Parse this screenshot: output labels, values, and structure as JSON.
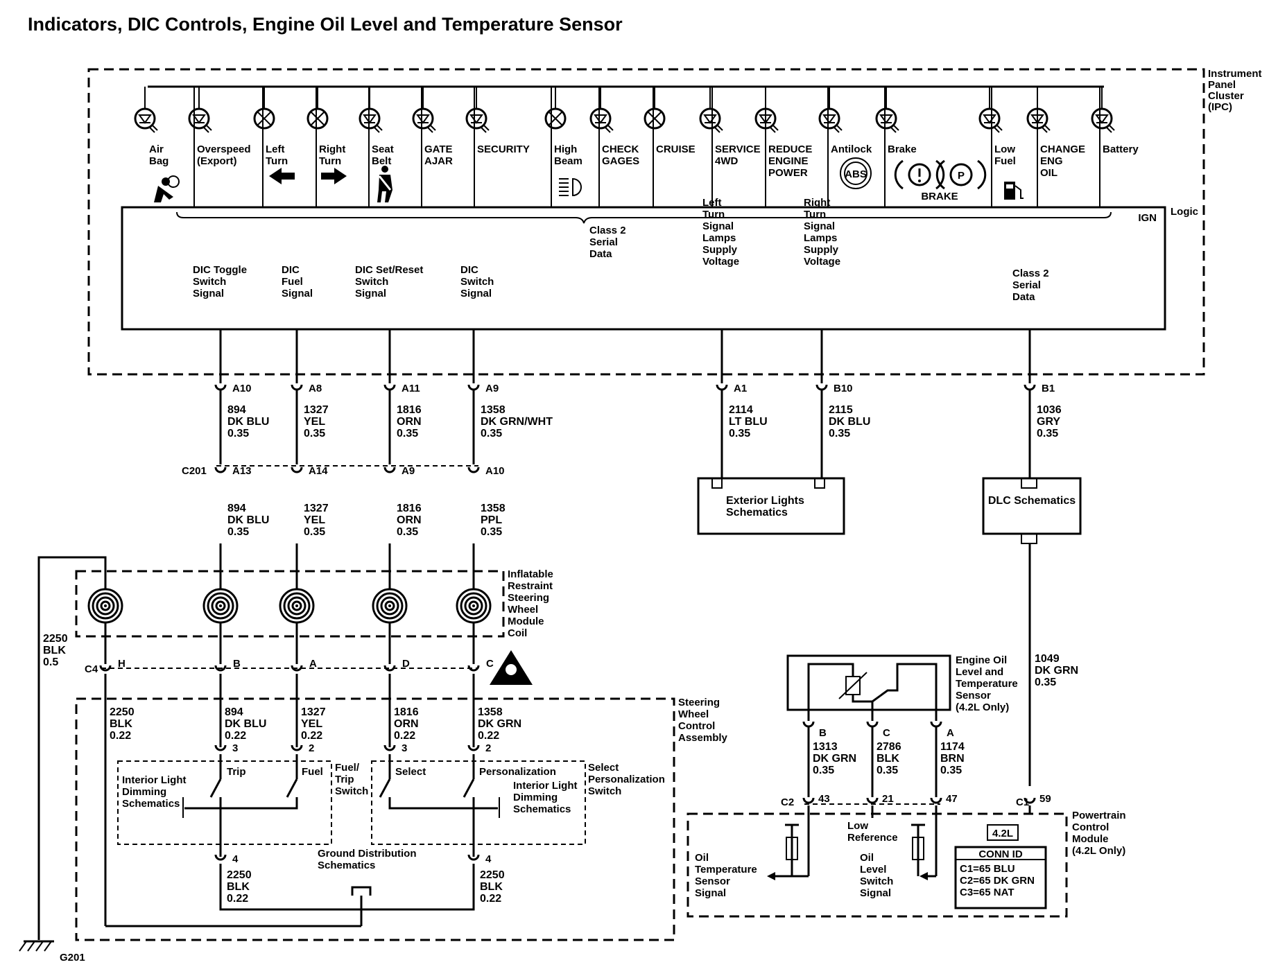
{
  "title": "Indicators, DIC Controls, Engine Oil Level and  Temperature Sensor",
  "ipc": {
    "label": [
      "Instrument",
      "Panel",
      "Cluster",
      "(IPC)"
    ],
    "logic": "Logic",
    "ign": "IGN",
    "indicators": [
      {
        "id": "air-bag",
        "label": [
          "Air",
          "Bag"
        ],
        "type": "led",
        "icon": "airbag-icon"
      },
      {
        "id": "overspeed",
        "label": [
          "Overspeed",
          "(Export)"
        ],
        "type": "led"
      },
      {
        "id": "left-turn",
        "label": [
          "Left",
          "Turn"
        ],
        "type": "bulb",
        "icon": "left-arrow-icon"
      },
      {
        "id": "right-turn",
        "label": [
          "Right",
          "Turn"
        ],
        "type": "bulb",
        "icon": "right-arrow-icon"
      },
      {
        "id": "seat-belt",
        "label": [
          "Seat",
          "Belt"
        ],
        "type": "led",
        "icon": "seatbelt-icon"
      },
      {
        "id": "gate-ajar",
        "label": [
          "GATE",
          "AJAR"
        ],
        "type": "led"
      },
      {
        "id": "security",
        "label": [
          "SECURITY"
        ],
        "type": "led"
      },
      {
        "id": "high-beam",
        "label": [
          "High",
          "Beam"
        ],
        "type": "bulb",
        "icon": "high-beam-icon"
      },
      {
        "id": "check-gages",
        "label": [
          "CHECK",
          "GAGES"
        ],
        "type": "led"
      },
      {
        "id": "cruise",
        "label": [
          "CRUISE"
        ],
        "type": "bulb"
      },
      {
        "id": "service-4wd",
        "label": [
          "SERVICE",
          "4WD"
        ],
        "type": "led"
      },
      {
        "id": "reduce-engine-power",
        "label": [
          "REDUCE",
          "ENGINE",
          "POWER"
        ],
        "type": "led"
      },
      {
        "id": "antilock",
        "label": [
          "Antilock"
        ],
        "type": "led",
        "icon": "abs-icon",
        "icon_text": "ABS"
      },
      {
        "id": "brake",
        "label": [
          "Brake"
        ],
        "type": "led",
        "icon": "brake-icon",
        "icon_text": "BRAKE"
      },
      {
        "id": "low-fuel",
        "label": [
          "Low",
          "Fuel"
        ],
        "type": "led",
        "icon": "fuel-pump-icon"
      },
      {
        "id": "change-eng-oil",
        "label": [
          "CHANGE",
          "ENG",
          "OIL"
        ],
        "type": "led"
      },
      {
        "id": "battery",
        "label": [
          "Battery"
        ],
        "type": "led"
      }
    ],
    "class2_top": [
      "Class 2",
      "Serial",
      "Data"
    ],
    "signals": [
      {
        "id": "dic-toggle",
        "label": [
          "DIC Toggle",
          "Switch",
          "Signal"
        ]
      },
      {
        "id": "dic-fuel",
        "label": [
          "DIC",
          "Fuel",
          "Signal"
        ]
      },
      {
        "id": "dic-set-reset",
        "label": [
          "DIC Set/Reset",
          "Switch",
          "Signal"
        ]
      },
      {
        "id": "dic-switch",
        "label": [
          "DIC",
          "Switch",
          "Signal"
        ]
      },
      {
        "id": "left-turn-supply",
        "label": [
          "Left",
          "Turn",
          "Signal",
          "Lamps",
          "Supply",
          "Voltage"
        ]
      },
      {
        "id": "right-turn-supply",
        "label": [
          "Right",
          "Turn",
          "Signal",
          "Lamps",
          "Supply",
          "Voltage"
        ]
      },
      {
        "id": "class2-data",
        "label": [
          "Class 2",
          "Serial",
          "Data"
        ]
      }
    ]
  },
  "ipc_pins": [
    "A10",
    "A8",
    "A11",
    "A9",
    "A1",
    "B10",
    "B1"
  ],
  "wires_upper": [
    [
      "894",
      "DK BLU",
      "0.35"
    ],
    [
      "1327",
      "YEL",
      "0.35"
    ],
    [
      "1816",
      "ORN",
      "0.35"
    ],
    [
      "1358",
      "DK GRN/WHT",
      "0.35"
    ],
    [
      "2114",
      "LT BLU",
      "0.35"
    ],
    [
      "2115",
      "DK BLU",
      "0.35"
    ],
    [
      "1036",
      "GRY",
      "0.35"
    ]
  ],
  "c201": {
    "name": "C201",
    "pins": [
      "A13",
      "A14",
      "A9",
      "A10"
    ]
  },
  "wires_c201": [
    [
      "894",
      "DK BLU",
      "0.35"
    ],
    [
      "1327",
      "YEL",
      "0.35"
    ],
    [
      "1816",
      "ORN",
      "0.35"
    ],
    [
      "1358",
      "PPL",
      "0.35"
    ]
  ],
  "exterior_lights": [
    "Exterior Lights",
    "Schematics"
  ],
  "dlc": "DLC Schematics",
  "coil_label": [
    "Inflatable",
    "Restraint",
    "Steering",
    "Wheel",
    "Module",
    "Coil"
  ],
  "wire_ground_left": [
    "2250",
    "BLK",
    "0.5"
  ],
  "c4": {
    "name": "C4",
    "pins": [
      "H",
      "B",
      "A",
      "D",
      "C"
    ]
  },
  "wires_c4": [
    [
      "2250",
      "BLK",
      "0.22"
    ],
    [
      "894",
      "DK BLU",
      "0.22"
    ],
    [
      "1327",
      "YEL",
      "0.22"
    ],
    [
      "1816",
      "ORN",
      "0.22"
    ],
    [
      "1358",
      "DK GRN",
      "0.22"
    ]
  ],
  "swca_label": [
    "Steering",
    "Wheel",
    "Control",
    "Assembly"
  ],
  "swca_pins_top": [
    "3",
    "2",
    "3",
    "2"
  ],
  "swca_pins_bottom": [
    "4",
    "4"
  ],
  "switch_labels": {
    "trip": "Trip",
    "fuel": "Fuel",
    "fuel_trip": [
      "Fuel/",
      "Trip",
      "Switch"
    ],
    "select": "Select",
    "personalization": "Personalization",
    "select_pers": [
      "Select",
      "Personalization",
      "Switch"
    ],
    "dim_left": [
      "Interior Light",
      "Dimming",
      "Schematics"
    ],
    "dim_right": [
      "Interior Light",
      "Dimming",
      "Schematics"
    ]
  },
  "ground_dist": [
    "Ground Distribution",
    "Schematics"
  ],
  "wires_ground": [
    [
      "2250",
      "BLK",
      "0.22"
    ],
    [
      "2250",
      "BLK",
      "0.22"
    ]
  ],
  "ground_name": "G201",
  "oil_sensor": {
    "label": [
      "Engine Oil",
      "Level and",
      "Temperature",
      "Sensor",
      "(4.2L Only)"
    ],
    "pins": [
      "B",
      "C",
      "A"
    ]
  },
  "wires_sensor": [
    [
      "1313",
      "DK GRN",
      "0.35"
    ],
    [
      "2786",
      "BLK",
      "0.35"
    ],
    [
      "1174",
      "BRN",
      "0.35"
    ]
  ],
  "wire_pcm_data": [
    "1049",
    "DK GRN",
    "0.35"
  ],
  "pcm": {
    "label": [
      "Powertrain",
      "Control",
      "Module",
      "(4.2L Only)"
    ],
    "c2": {
      "name": "C2",
      "pins": [
        "43",
        "21",
        "47"
      ]
    },
    "c1": {
      "name": "C1",
      "pins": [
        "59"
      ]
    },
    "oil_temp": [
      "Oil",
      "Temperature",
      "Sensor",
      "Signal"
    ],
    "low_ref": [
      "Low",
      "Reference"
    ],
    "oil_level": [
      "Oil",
      "Level",
      "Switch",
      "Signal"
    ],
    "engine_badge": "4.2L",
    "conn_id_title": "CONN ID",
    "conn_ids": [
      "C1=65 BLU",
      "C2=65 DK GRN",
      "C3=65 NAT"
    ]
  }
}
